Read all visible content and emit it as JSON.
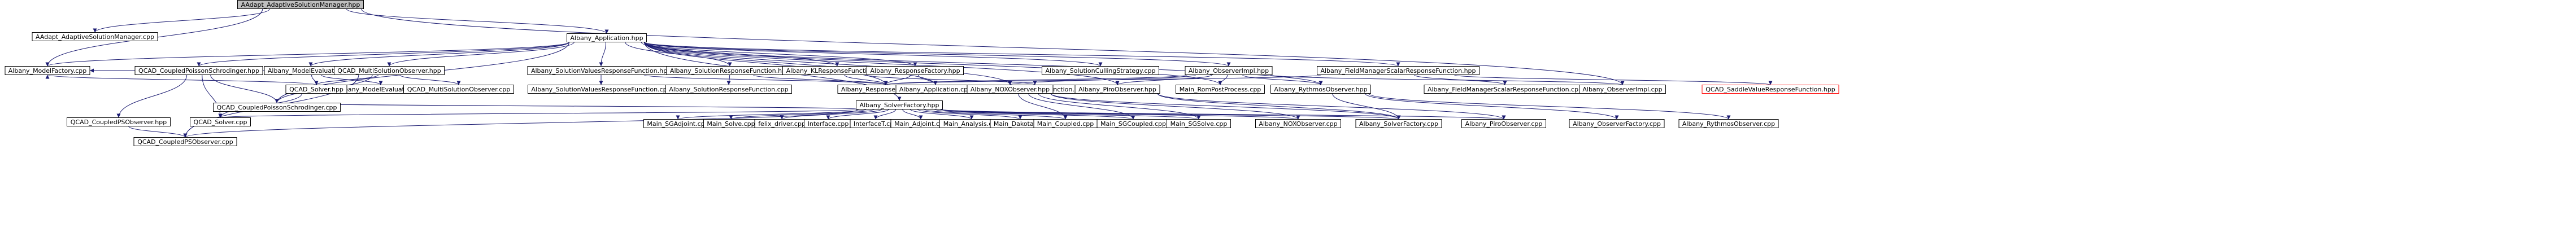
{
  "graph": {
    "type": "include-dependency",
    "colors": {
      "edge": "#191970",
      "root_fill": "#bfbfbf",
      "node_fill": "#ffffff",
      "node_border": "#000000",
      "missing_border": "#ff0000"
    },
    "nodes": [
      {
        "id": "n0",
        "label": "AAdapt_AdaptiveSolutionManager.hpp",
        "style": "root"
      },
      {
        "id": "n1",
        "label": "AAdapt_AdaptiveSolutionManager.cpp"
      },
      {
        "id": "n2",
        "label": "Albany_Application.hpp"
      },
      {
        "id": "n3",
        "label": "Albany_ModelFactory.cpp"
      },
      {
        "id": "n4",
        "label": "QCAD_CoupledPoissonSchrodinger.hpp"
      },
      {
        "id": "n5",
        "label": "Albany_ModelEvaluator.hpp"
      },
      {
        "id": "n6",
        "label": "QCAD_MultiSolutionObserver.hpp"
      },
      {
        "id": "n7",
        "label": "Albany_SolutionValuesResponseFunction.hpp"
      },
      {
        "id": "n8",
        "label": "Albany_SolutionResponseFunction.hpp"
      },
      {
        "id": "n9",
        "label": "Albany_KLResponseFunction.hpp"
      },
      {
        "id": "n10",
        "label": "Albany_ResponseFactory.hpp"
      },
      {
        "id": "n11",
        "label": "Albany_SolutionCullingStrategy.cpp"
      },
      {
        "id": "n12",
        "label": "Albany_ObserverImpl.hpp"
      },
      {
        "id": "n13",
        "label": "Albany_FieldManagerScalarResponseFunction.hpp"
      },
      {
        "id": "n14",
        "label": "Albany_ModelEvaluator.cpp"
      },
      {
        "id": "n15",
        "label": "QCAD_Solver.hpp"
      },
      {
        "id": "n16",
        "label": "QCAD_MultiSolutionObserver.cpp"
      },
      {
        "id": "n17",
        "label": "Albany_SolutionValuesResponseFunction.cpp"
      },
      {
        "id": "n18",
        "label": "Albany_SolutionResponseFunction.cpp"
      },
      {
        "id": "n19",
        "label": "Albany_ResponseFactory.cpp"
      },
      {
        "id": "n20",
        "label": "Albany_KLResponseFunction.cpp"
      },
      {
        "id": "n21",
        "label": "Albany_Application.cpp"
      },
      {
        "id": "n22",
        "label": "Albany_NOXObserver.hpp"
      },
      {
        "id": "n23",
        "label": "Albany_PiroObserver.hpp"
      },
      {
        "id": "n24",
        "label": "Main_RomPostProcess.cpp"
      },
      {
        "id": "n25",
        "label": "Albany_RythmosObserver.hpp"
      },
      {
        "id": "n26",
        "label": "Albany_FieldManagerScalarResponseFunction.cpp"
      },
      {
        "id": "n27",
        "label": "Albany_ObserverImpl.cpp"
      },
      {
        "id": "n28",
        "label": "QCAD_SaddleValueResponseFunction.hpp",
        "style": "missing"
      },
      {
        "id": "n29",
        "label": "QCAD_CoupledPoissonSchrodinger.cpp"
      },
      {
        "id": "n30",
        "label": "QCAD_CoupledPSObserver.hpp"
      },
      {
        "id": "n31",
        "label": "QCAD_Solver.cpp"
      },
      {
        "id": "n32",
        "label": "Albany_SolverFactory.hpp"
      },
      {
        "id": "n33",
        "label": "Main_SGAdjoint.cpp"
      },
      {
        "id": "n34",
        "label": "Main_Solve.cpp"
      },
      {
        "id": "n35",
        "label": "felix_driver.cpp"
      },
      {
        "id": "n36",
        "label": "Interface.cpp"
      },
      {
        "id": "n37",
        "label": "InterfaceT.cpp"
      },
      {
        "id": "n38",
        "label": "Main_Adjoint.cpp"
      },
      {
        "id": "n39",
        "label": "Main_Analysis.cpp"
      },
      {
        "id": "n40",
        "label": "Main_Dakota.cpp"
      },
      {
        "id": "n41",
        "label": "Main_Coupled.cpp"
      },
      {
        "id": "n42",
        "label": "Main_SGCoupled.cpp"
      },
      {
        "id": "n43",
        "label": "Main_SGSolve.cpp"
      },
      {
        "id": "n44",
        "label": "Albany_NOXObserver.cpp"
      },
      {
        "id": "n45",
        "label": "Albany_SolverFactory.cpp"
      },
      {
        "id": "n46",
        "label": "Albany_PiroObserver.cpp"
      },
      {
        "id": "n47",
        "label": "Albany_ObserverFactory.cpp"
      },
      {
        "id": "n48",
        "label": "Albany_RythmosObserver.cpp"
      },
      {
        "id": "n49",
        "label": "QCAD_CoupledPSObserver.cpp"
      }
    ],
    "edges": [
      [
        "n0",
        "n1"
      ],
      [
        "n0",
        "n2"
      ],
      [
        "n0",
        "n3"
      ],
      [
        "n0",
        "n27"
      ],
      [
        "n2",
        "n3"
      ],
      [
        "n2",
        "n4"
      ],
      [
        "n2",
        "n5"
      ],
      [
        "n2",
        "n6"
      ],
      [
        "n2",
        "n7"
      ],
      [
        "n2",
        "n8"
      ],
      [
        "n2",
        "n9"
      ],
      [
        "n2",
        "n10"
      ],
      [
        "n2",
        "n11"
      ],
      [
        "n2",
        "n12"
      ],
      [
        "n2",
        "n13"
      ],
      [
        "n2",
        "n21"
      ],
      [
        "n2",
        "n32"
      ],
      [
        "n2",
        "n22"
      ],
      [
        "n2",
        "n23"
      ],
      [
        "n2",
        "n25"
      ],
      [
        "n2",
        "n24"
      ],
      [
        "n2",
        "n19"
      ],
      [
        "n2",
        "n29"
      ],
      [
        "n4",
        "n29"
      ],
      [
        "n4",
        "n30"
      ],
      [
        "n4",
        "n31"
      ],
      [
        "n5",
        "n14"
      ],
      [
        "n5",
        "n15"
      ],
      [
        "n5",
        "n3"
      ],
      [
        "n6",
        "n15"
      ],
      [
        "n6",
        "n16"
      ],
      [
        "n6",
        "n29"
      ],
      [
        "n6",
        "n49"
      ],
      [
        "n7",
        "n17"
      ],
      [
        "n7",
        "n19"
      ],
      [
        "n8",
        "n18"
      ],
      [
        "n8",
        "n19"
      ],
      [
        "n9",
        "n20"
      ],
      [
        "n9",
        "n19"
      ],
      [
        "n10",
        "n19"
      ],
      [
        "n10",
        "n21"
      ],
      [
        "n12",
        "n22"
      ],
      [
        "n12",
        "n23"
      ],
      [
        "n12",
        "n25"
      ],
      [
        "n12",
        "n24"
      ],
      [
        "n12",
        "n27"
      ],
      [
        "n12",
        "n19"
      ],
      [
        "n13",
        "n26"
      ],
      [
        "n13",
        "n28"
      ],
      [
        "n13",
        "n19"
      ],
      [
        "n15",
        "n31"
      ],
      [
        "n15",
        "n3"
      ],
      [
        "n22",
        "n44"
      ],
      [
        "n22",
        "n45"
      ],
      [
        "n22",
        "n41"
      ],
      [
        "n22",
        "n42"
      ],
      [
        "n22",
        "n43"
      ],
      [
        "n23",
        "n46"
      ],
      [
        "n23",
        "n45"
      ],
      [
        "n25",
        "n48"
      ],
      [
        "n25",
        "n47"
      ],
      [
        "n25",
        "n45"
      ],
      [
        "n30",
        "n49"
      ],
      [
        "n32",
        "n33"
      ],
      [
        "n32",
        "n34"
      ],
      [
        "n32",
        "n35"
      ],
      [
        "n32",
        "n36"
      ],
      [
        "n32",
        "n37"
      ],
      [
        "n32",
        "n38"
      ],
      [
        "n32",
        "n39"
      ],
      [
        "n32",
        "n40"
      ],
      [
        "n32",
        "n41"
      ],
      [
        "n32",
        "n42"
      ],
      [
        "n32",
        "n43"
      ],
      [
        "n32",
        "n44"
      ],
      [
        "n32",
        "n45"
      ],
      [
        "n32",
        "n46"
      ],
      [
        "n32",
        "n31"
      ],
      [
        "n32",
        "n29"
      ],
      [
        "n32",
        "n49"
      ]
    ]
  }
}
